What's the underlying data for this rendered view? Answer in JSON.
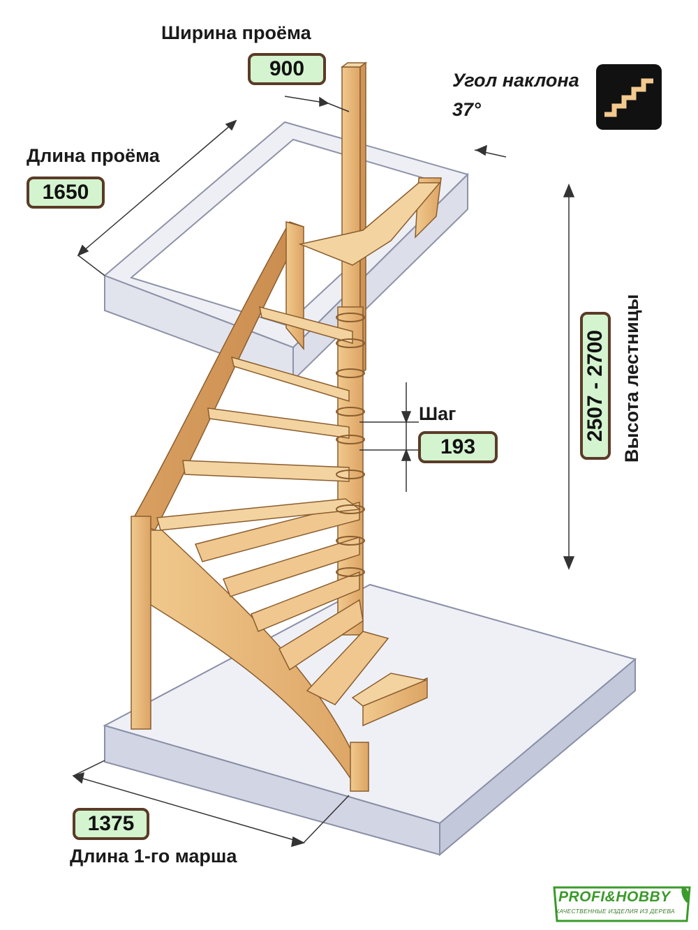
{
  "opening_width": {
    "label": "Ширина проёма",
    "value": "900"
  },
  "opening_length": {
    "label": "Длина проёма",
    "value": "1650"
  },
  "incline_angle": {
    "label": "Угол наклона",
    "value": "37°",
    "icon": "stairs-icon"
  },
  "stair_height": {
    "label": "Высота лестницы",
    "value": "2507 - 2700"
  },
  "step": {
    "label": "Шаг",
    "value": "193"
  },
  "first_flight": {
    "label": "Длина 1-го марша",
    "value": "1375"
  },
  "logo": {
    "name": "PROFI&HOBBY",
    "tagline": "КАЧЕСТВЕННЫЕ ИЗДЕЛИЯ ИЗ ДЕРЕВА"
  },
  "colors": {
    "badge_fill": "#d4f3cf",
    "badge_border": "#5a3b28",
    "wood": "#e8b878",
    "glass": "#c9cfe0",
    "logo_green": "#3a9a2a"
  }
}
